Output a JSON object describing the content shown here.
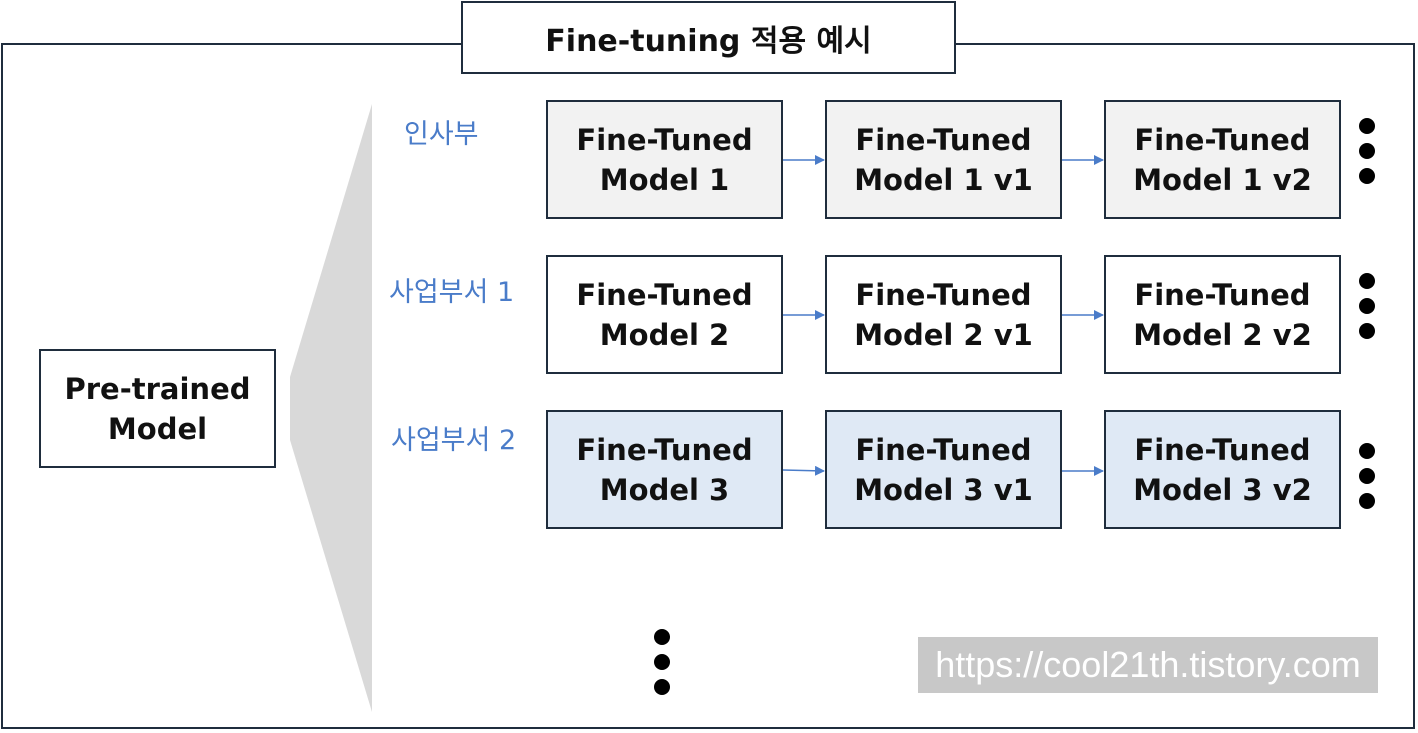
{
  "title": "Fine-tuning 적용 예시",
  "pretrained": {
    "label": "Pre-trained\nModel"
  },
  "rows": [
    {
      "department": "인사부",
      "models": [
        "Fine-Tuned\nModel 1",
        "Fine-Tuned\nModel 1 v1",
        "Fine-Tuned\nModel 1 v2"
      ]
    },
    {
      "department": "사업부서 1",
      "models": [
        "Fine-Tuned\nModel 2",
        "Fine-Tuned\nModel 2 v1",
        "Fine-Tuned\nModel 2 v2"
      ]
    },
    {
      "department": "사업부서 2",
      "models": [
        "Fine-Tuned\nModel 3",
        "Fine-Tuned\nModel 3 v1",
        "Fine-Tuned\nModel 3 v2"
      ]
    }
  ],
  "watermark": "https://cool21th.tistory.com",
  "colors": {
    "border": "#1f2d3d",
    "department_text": "#4a7cc9",
    "arrow": "#4a7cc9",
    "row1_fill": "#f2f2f2",
    "row2_fill": "#ffffff",
    "row3_fill": "#dfe9f5",
    "funnel": "#d9d9d9"
  }
}
